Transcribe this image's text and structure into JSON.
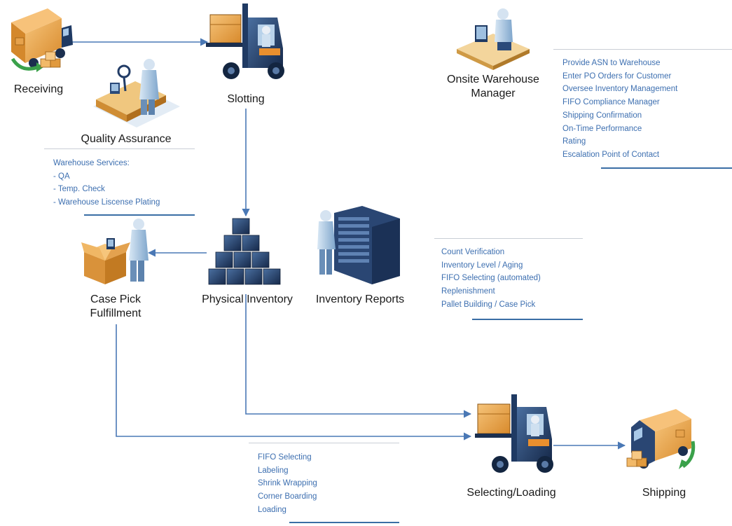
{
  "nodes": {
    "receiving": "Receiving",
    "slotting": "Slotting",
    "quality_assurance": "Quality Assurance",
    "onsite_manager_line1": "Onsite Warehouse",
    "onsite_manager_line2": "Manager",
    "case_pick_line1": "Case Pick",
    "case_pick_line2": "Fulfillment",
    "physical_inventory": "Physical Inventory",
    "inventory_reports": "Inventory Reports",
    "selecting_loading": "Selecting/Loading",
    "shipping": "Shipping"
  },
  "notes": {
    "qa_services": [
      "Warehouse Services:",
      "- QA",
      "- Temp. Check",
      "- Warehouse Liscense Plating"
    ],
    "manager_duties": [
      "Provide ASN to Warehouse",
      "Enter PO Orders for Customer",
      "Oversee Inventory Management",
      "FIFO Compliance Manager",
      "Shipping Confirmation",
      "On-Time Performance",
      "Rating",
      "Escalation Point of Contact"
    ],
    "inventory_duties": [
      "Count Verification",
      "Inventory Level / Aging",
      "FIFO Selecting (automated)",
      "Replenishment",
      "Pallet Building / Case Pick"
    ],
    "loading_duties": [
      "FIFO Selecting",
      "Labeling",
      "Shrink Wrapping",
      "Corner Boarding",
      "Loading"
    ]
  },
  "colors": {
    "connector": "#4a78b5",
    "note_text": "#3d6fb0",
    "navy": "#203b63",
    "box_orange": "#e8a24a",
    "accent_green": "#3aa14a"
  }
}
